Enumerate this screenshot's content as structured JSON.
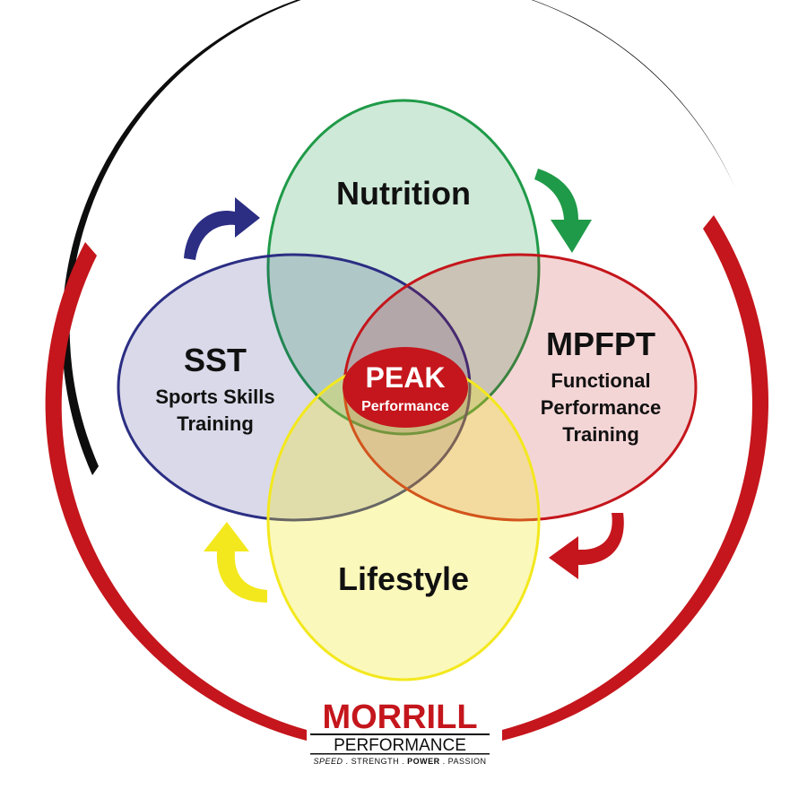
{
  "colors": {
    "outer_ring_black": "#0d0d0d",
    "outer_ring_red": "#c4161c",
    "nutrition": "#1f9a48",
    "nutrition_fill": "#cde8d4",
    "sst": "#2b2e83",
    "sst_fill": "#d6d8eb",
    "mpfpt": "#c4161c",
    "mpfpt_fill": "#f2d2d6",
    "lifestyle": "#f3e81d",
    "lifestyle_fill": "#fbf6b6",
    "peak": "#c4161c",
    "arrow_blue": "#2b2e83",
    "arrow_green": "#1f9a48",
    "arrow_red": "#c4161c",
    "arrow_yellow": "#f3e81d"
  },
  "circles": {
    "nutrition": {
      "title": "Nutrition"
    },
    "sst": {
      "title": "SST",
      "line1": "Sports Skills",
      "line2": "Training"
    },
    "mpfpt": {
      "title": "MPFPT",
      "line1": "Functional",
      "line2": "Performance",
      "line3": "Training"
    },
    "lifestyle": {
      "title": "Lifestyle"
    }
  },
  "center": {
    "title": "PEAK",
    "subtitle": "Performance"
  },
  "arrows": {
    "top_left": "curved-arrow-icon",
    "top_right": "curved-arrow-icon",
    "bottom_right": "curved-arrow-icon",
    "bottom_left": "curved-arrow-icon"
  },
  "brand": {
    "name": "MORRILL",
    "subname": "PERFORMANCE",
    "tagline": {
      "w1": "SPEED",
      "sep1": " . ",
      "w2": "STRENGTH",
      "sep2": " . ",
      "w3": "POWER",
      "sep3": " . ",
      "w4": "PASSION"
    }
  }
}
